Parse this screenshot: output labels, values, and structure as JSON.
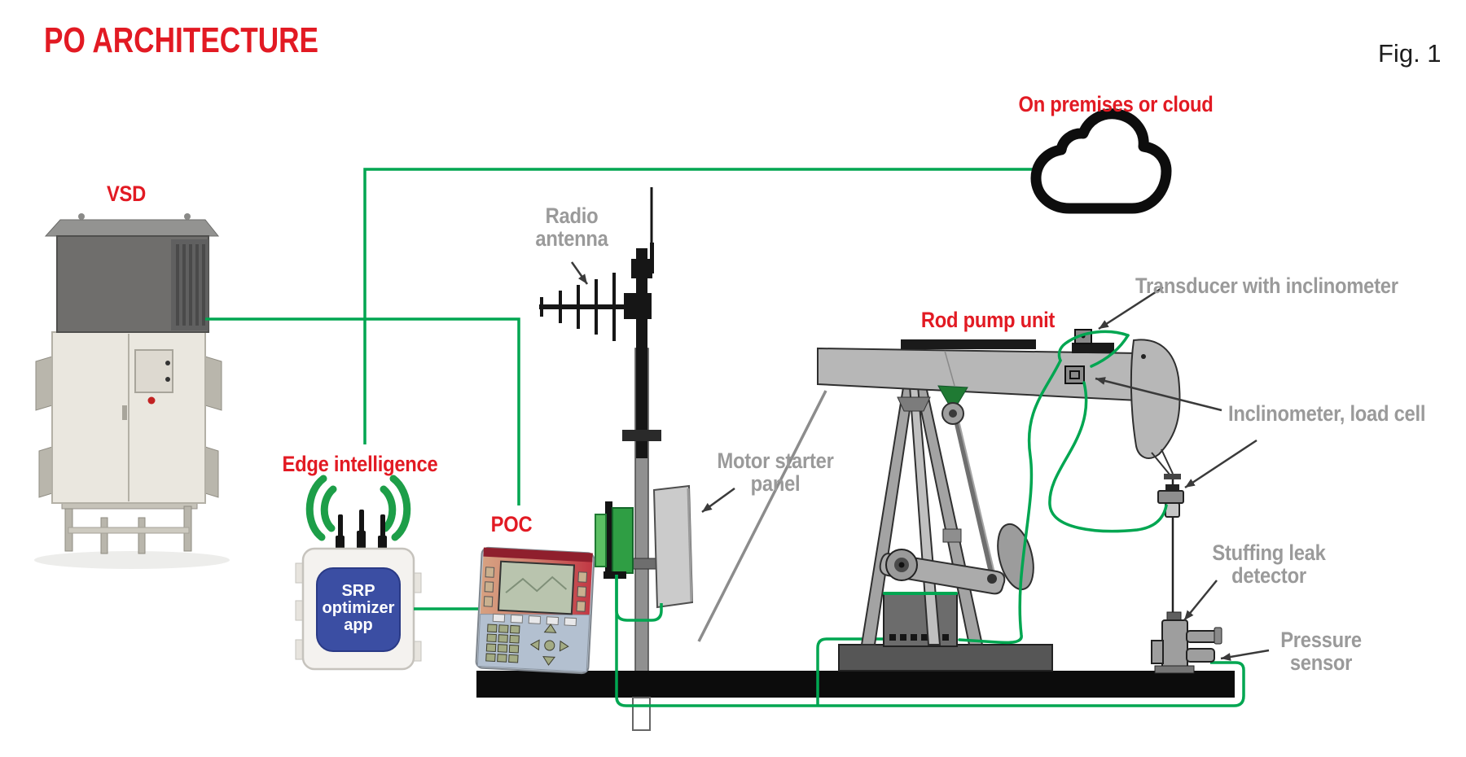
{
  "header": {
    "title": "PO ARCHITECTURE",
    "figure": "Fig. 1"
  },
  "labels": {
    "cloud": "On premises or cloud",
    "vsd": "VSD",
    "edge": "Edge intelligence",
    "poc": "POC",
    "radio": {
      "line1": "Radio",
      "line2": "antenna"
    },
    "motor_starter": {
      "line1": "Motor starter",
      "line2": "panel"
    },
    "rod_pump": "Rod pump unit",
    "transducer": "Transducer with inclinometer",
    "inclinometer": "Inclinometer, load cell",
    "stuffing": {
      "line1": "Stuffing leak",
      "line2": "detector"
    },
    "pressure": {
      "line1": "Pressure",
      "line2": "sensor"
    }
  },
  "edge_device": {
    "app": {
      "line1": "SRP",
      "line2": "optimizer",
      "line3": "app"
    }
  },
  "colors": {
    "accent_red": "#e21a23",
    "line_green": "#00a651",
    "label_gray": "#9a9a9a",
    "ink_black": "#111111",
    "app_blue": "#3b4ea3"
  }
}
